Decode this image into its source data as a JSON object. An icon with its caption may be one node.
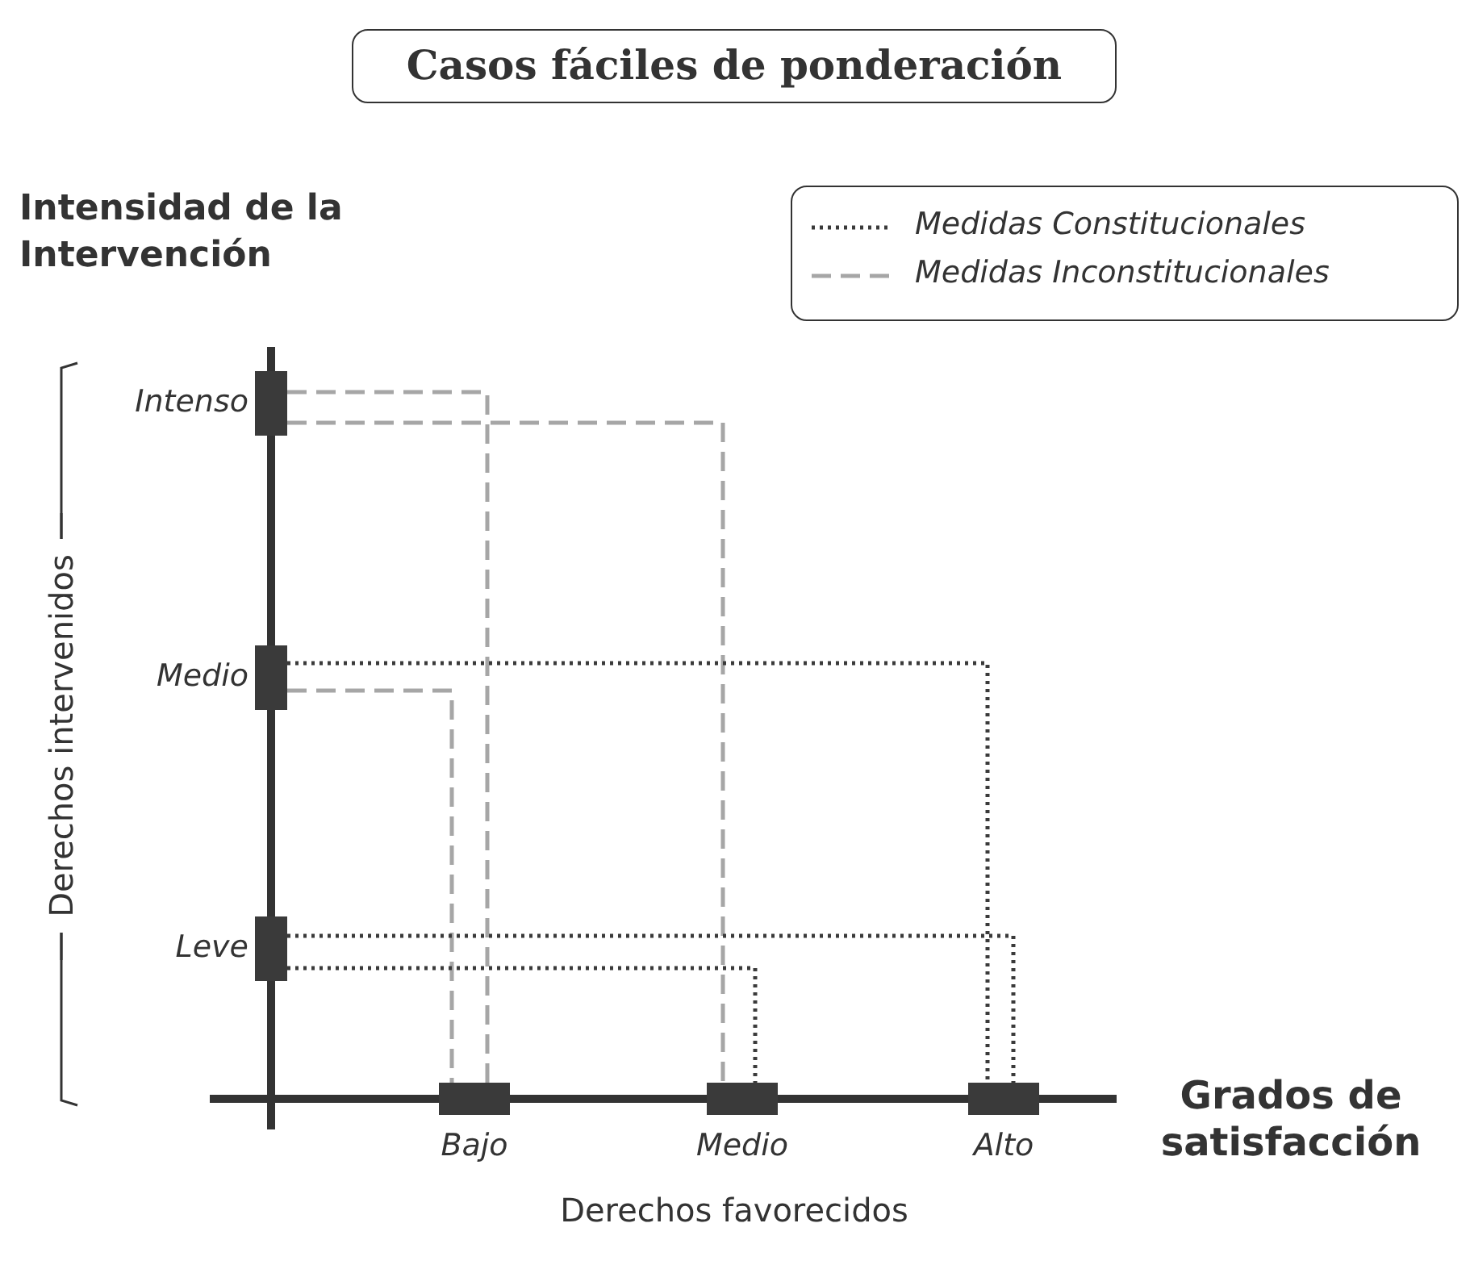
{
  "diagram": {
    "title": "Casos fáciles de ponderación",
    "nodes": [
      {
        "text": [
          "Intenso"
        ]
      },
      {
        "text": [
          "Medio"
        ]
      },
      {
        "text": [
          "Leve"
        ]
      },
      {
        "text": [
          "Bajo"
        ]
      },
      {
        "text": [
          "Medio"
        ]
      },
      {
        "text": [
          "Alto"
        ]
      }
    ],
    "edges": [
      {
        "from": 0,
        "to": 3,
        "arrow": "none",
        "style": "dashed",
        "color": "#a6a6a6"
      },
      {
        "from": 0,
        "to": 4,
        "arrow": "none",
        "style": "dashed",
        "color": "#a6a6a6"
      },
      {
        "from": 1,
        "to": 5,
        "arrow": "none",
        "color": "#3a3a3a"
      },
      {
        "from": 1,
        "to": 3,
        "arrow": "none",
        "style": "dashed",
        "color": "#a6a6a6"
      },
      {
        "from": 2,
        "to": 5,
        "arrow": "none",
        "color": "#3a3a3a"
      },
      {
        "from": 2,
        "to": 4,
        "arrow": "none",
        "color": "#3a3a3a"
      }
    ],
    "labels": [
      "Intensidad de la Intervención",
      "Derechos intervenidos",
      "Grados de satisfacción",
      "Derechos favorecidos"
    ],
    "legend": [
      {
        "text": "Medidas Constitucionales"
      },
      {
        "text": "Medidas Inconstitucionales"
      }
    ]
  }
}
